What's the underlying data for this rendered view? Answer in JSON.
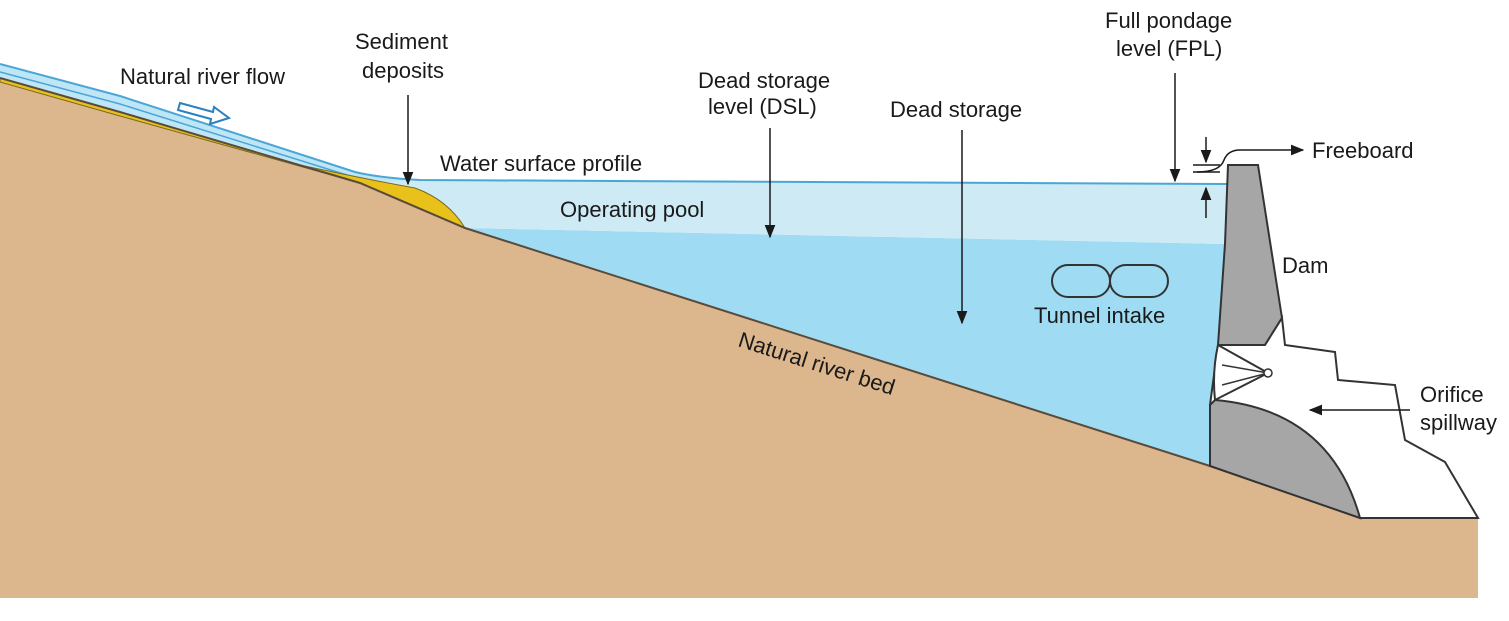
{
  "labels": {
    "natural_river_flow": "Natural river flow",
    "sediment_deposits_1": "Sediment",
    "sediment_deposits_2": "deposits",
    "dsl_1": "Dead storage",
    "dsl_2": "level (DSL)",
    "dead_storage": "Dead storage",
    "fpl_1": "Full pondage",
    "fpl_2": "level (FPL)",
    "freeboard": "Freeboard",
    "water_surface_profile": "Water surface profile",
    "operating_pool": "Operating pool",
    "dam": "Dam",
    "tunnel_intake": "Tunnel intake",
    "natural_river_bed": "Natural river bed",
    "orifice_1": "Orifice",
    "orifice_2": "spillway"
  },
  "colors": {
    "ground": "#dcb68c",
    "river_bed_line": "#5a4a3a",
    "sediment": "#e8c21a",
    "operating_pool": "#cdeaf5",
    "dead_storage": "#9fdcf3",
    "river_flow": "#bfe6f6",
    "water_line": "#4aa6d6",
    "dam": "#a6a6a6",
    "dam_outline": "#333333"
  }
}
